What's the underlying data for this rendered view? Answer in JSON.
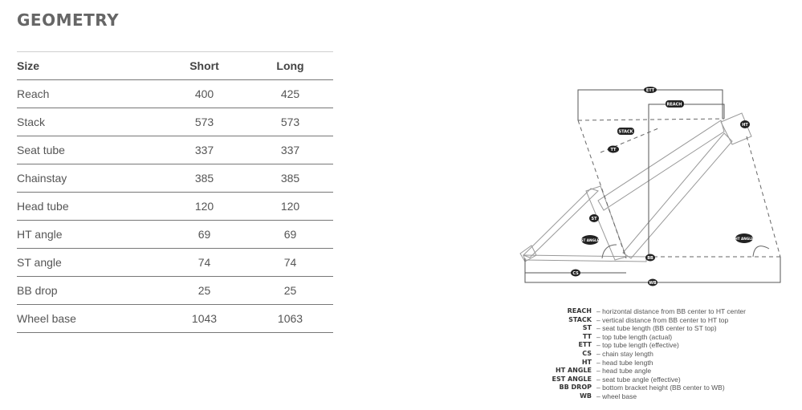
{
  "title": "GEOMETRY",
  "table": {
    "headers": [
      "Size",
      "Short",
      "Long"
    ],
    "rows": [
      [
        "Reach",
        "400",
        "425"
      ],
      [
        "Stack",
        "573",
        "573"
      ],
      [
        "Seat tube",
        "337",
        "337"
      ],
      [
        "Chainstay",
        "385",
        "385"
      ],
      [
        "Head tube",
        "120",
        "120"
      ],
      [
        "HT angle",
        "69",
        "69"
      ],
      [
        "ST angle",
        "74",
        "74"
      ],
      [
        "BB drop",
        "25",
        "25"
      ],
      [
        "Wheel base",
        "1043",
        "1063"
      ]
    ]
  },
  "diagram": {
    "labels": {
      "ett": "ETT",
      "reach": "REACH",
      "stack": "STACK",
      "tt": "TT",
      "ht": "HT",
      "st": "ST",
      "st_angle": "ST ANGLE",
      "ht_angle": "HT ANGLE",
      "bb": "BB",
      "cs": "CS",
      "wb": "WB"
    }
  },
  "legend": [
    {
      "key": "REACH",
      "desc": "– horizontal distance from BB center to HT center"
    },
    {
      "key": "STACK",
      "desc": "– vertical distance from BB center to HT top"
    },
    {
      "key": "ST",
      "desc": "– seat tube length (BB center to ST top)"
    },
    {
      "key": "TT",
      "desc": "– top tube length (actual)"
    },
    {
      "key": "ETT",
      "desc": "– top tube length (effective)"
    },
    {
      "key": "CS",
      "desc": "– chain stay length"
    },
    {
      "key": "HT",
      "desc": "– head tube length"
    },
    {
      "key": "HT ANGLE",
      "desc": "– head tube angle"
    },
    {
      "key": "EST ANGLE",
      "desc": "– seat tube angle (effective)"
    },
    {
      "key": "BB DROP",
      "desc": "– bottom bracket height (BB center to WB)"
    },
    {
      "key": "WB",
      "desc": "– wheel base"
    }
  ]
}
